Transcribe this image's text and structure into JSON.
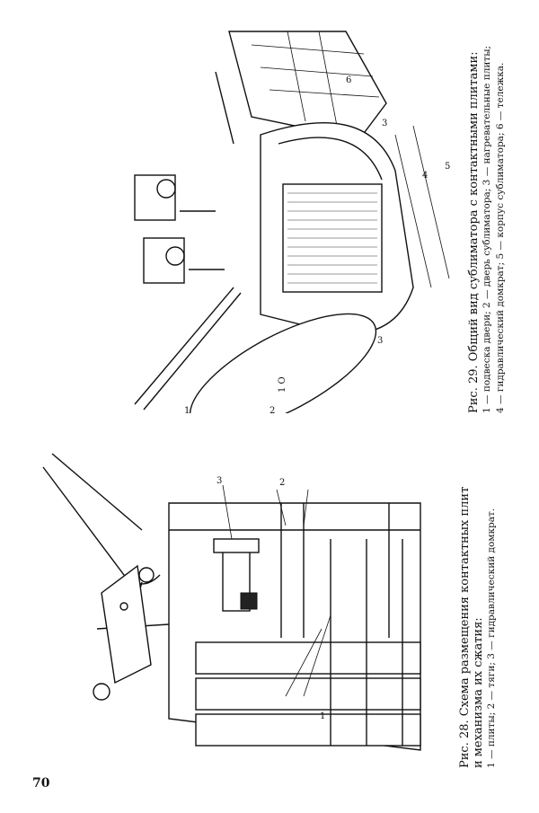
{
  "page_number": "70",
  "figure28": {
    "caption_title_line1": "Рис. 28. Схема размещения контактных плит",
    "caption_title_line2": "и механизма их сжатия:",
    "caption_legend": "1 — плиты; 2 — тяги; 3 — гидравлический домкрат.",
    "callouts": [
      "1",
      "2",
      "3"
    ]
  },
  "figure29": {
    "caption_title": "Рис. 29. Общий вид сублиматора с контактными плитами:",
    "caption_legend_line1": "1 — подвеска двери; 2 — дверь сублиматора; 3 — нагревательные плиты;",
    "caption_legend_line2": "4 — гидравлический домкрат; 5 — корпус сублиматора; 6 — тележка.",
    "callouts": [
      "1",
      "2",
      "3",
      "3",
      "4",
      "5",
      "6"
    ],
    "door_marking": "1 О"
  }
}
